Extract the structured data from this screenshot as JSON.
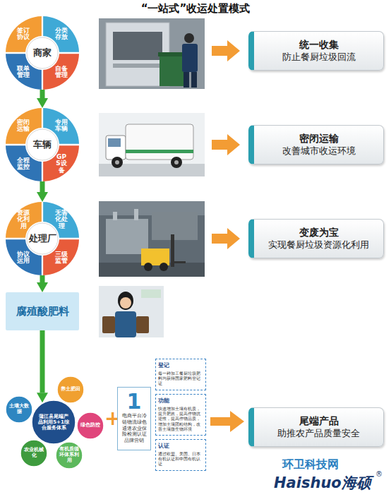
{
  "diagram": {
    "title": "“一站式”收运处置模式",
    "nodes": [
      {
        "text": [
          "商家"
        ]
      },
      {
        "text": [
          "签订协议"
        ],
        "in": 0
      },
      {
        "text": [
          "分类存放"
        ],
        "in": 0
      },
      {
        "text": [
          "自备管理"
        ],
        "in": 0
      },
      {
        "text": [
          "联单管理"
        ],
        "in": 0
      },
      {
        "text": [
          "统一收集",
          "防止餐厨垃圾回流"
        ]
      },
      {
        "text": [
          "车辆"
        ]
      },
      {
        "text": [
          "密闭运输"
        ],
        "in": 6
      },
      {
        "text": [
          "专用车辆"
        ],
        "in": 6
      },
      {
        "text": [
          "GPS设备"
        ],
        "in": 6
      },
      {
        "text": [
          "全程监控"
        ],
        "in": 6
      },
      {
        "text": [
          "密闭运输",
          "改善城市收运环境"
        ]
      },
      {
        "text": [
          "处理厂"
        ]
      },
      {
        "text": [
          "资源化利用"
        ],
        "in": 12
      },
      {
        "text": [
          "无害化处理"
        ],
        "in": 12
      },
      {
        "text": [
          "三级监管"
        ],
        "in": 12
      },
      {
        "text": [
          "协议运用"
        ],
        "in": 12
      },
      {
        "text": [
          "变废为宝",
          "实现餐厨垃圾资源化利用"
        ]
      },
      {
        "text": [
          "腐殖酸肥料"
        ]
      },
      {
        "text": [
          "蒲江县尾端产品利用5+1综合服务体系"
        ]
      },
      {
        "text": [
          "养土肥田"
        ]
      },
      {
        "text": [
          "绿色防控"
        ]
      },
      {
        "text": [
          "有机质循环体系利用"
        ]
      },
      {
        "text": [
          "农业机械化"
        ]
      },
      {
        "text": [
          "土壤大数据"
        ]
      },
      {
        "text": [
          "1",
          "电商平台冷链物流绿色通道农业保险检测认证品牌营销"
        ]
      },
      {
        "text": [
          "登记",
          "每一种加工餐厨垃圾肥料均获得国家肥料登记证"
        ]
      },
      {
        "text": [
          "功能",
          "快速增加土壤有机质，提升肥效，提高作物抗逆性，提高作物品质，增加土壤团粒结构，改善土壤微生物环境"
        ]
      },
      {
        "text": [
          "认证",
          "通过欧盟、美国、日本有机认证和中国有机认证"
        ]
      },
      {
        "text": [
          "尾端产品",
          "助推农产品质量安全"
        ]
      }
    ],
    "edges": [
      {
        "from": 0,
        "to": 6,
        "arrow": "to"
      },
      {
        "from": 6,
        "to": 12,
        "arrow": "to"
      },
      {
        "from": 12,
        "to": 18,
        "arrow": "to"
      },
      {
        "from": 18,
        "to": 19,
        "arrow": "to"
      },
      {
        "from": 27,
        "to": 29,
        "arrow": "to"
      }
    ],
    "labels": [
      "+",
      "环卫科技网",
      "Haishuo海硕",
      "®"
    ]
  }
}
